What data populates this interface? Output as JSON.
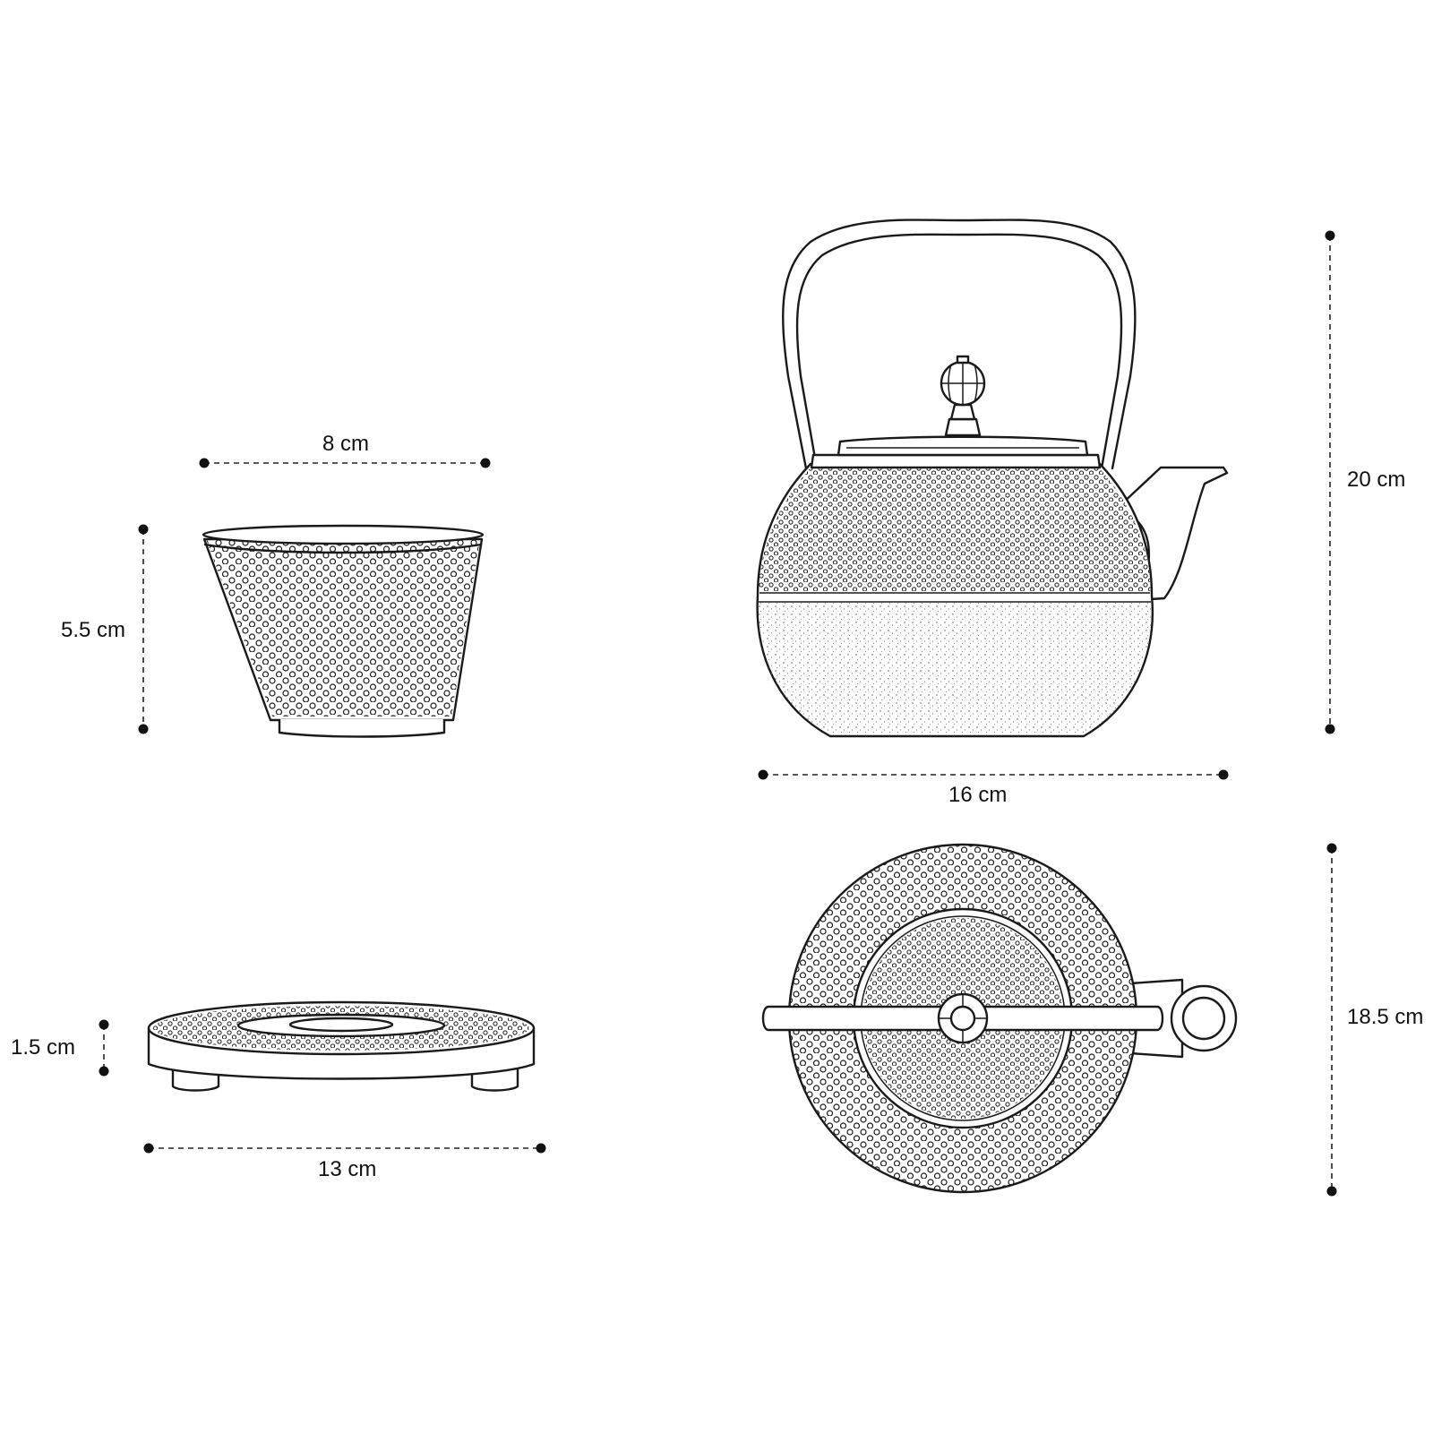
{
  "dimensions": {
    "cup_width": "8 cm",
    "cup_height": "5.5 cm",
    "teapot_height": "20 cm",
    "teapot_width": "16 cm",
    "trivet_height": "1.5 cm",
    "trivet_width": "13 cm",
    "teapot_top_depth": "18.5 cm"
  },
  "colors": {
    "line": "#1a1a1a",
    "background": "#ffffff"
  }
}
